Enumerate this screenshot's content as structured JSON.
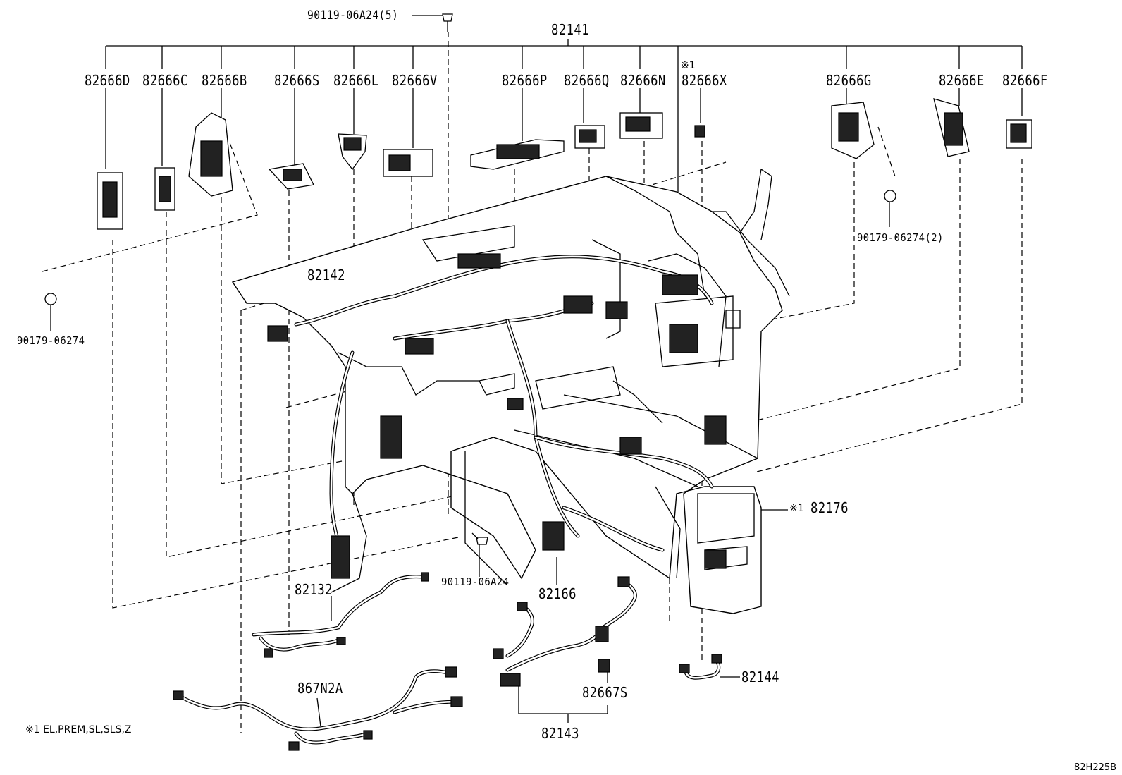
{
  "diagram_code": "82H225B",
  "footnote": "※1 EL,PREM,SL,SLS,Z",
  "labels": {
    "p82141": "82141",
    "p90119_06A24_5": "90119-06A24(5)",
    "p82666D": "82666D",
    "p82666C": "82666C",
    "p82666B": "82666B",
    "p82666S": "82666S",
    "p82666L": "82666L",
    "p82666V": "82666V",
    "p82666P": "82666P",
    "p82666Q": "82666Q",
    "p82666N": "82666N",
    "p82666X_note": "※1",
    "p82666X": "82666X",
    "p82666G": "82666G",
    "p82666E": "82666E",
    "p82666F": "82666F",
    "p90179_06274_2": "90179-06274(2)",
    "p90179_06274": "90179-06274",
    "p82142": "82142",
    "p82176_note": "※1",
    "p82176": "82176",
    "p90119_06A24": "90119-06A24",
    "p82132": "82132",
    "p82166": "82166",
    "p82144": "82144",
    "p867N2A": "867N2A",
    "p82667S": "82667S",
    "p82143": "82143"
  }
}
